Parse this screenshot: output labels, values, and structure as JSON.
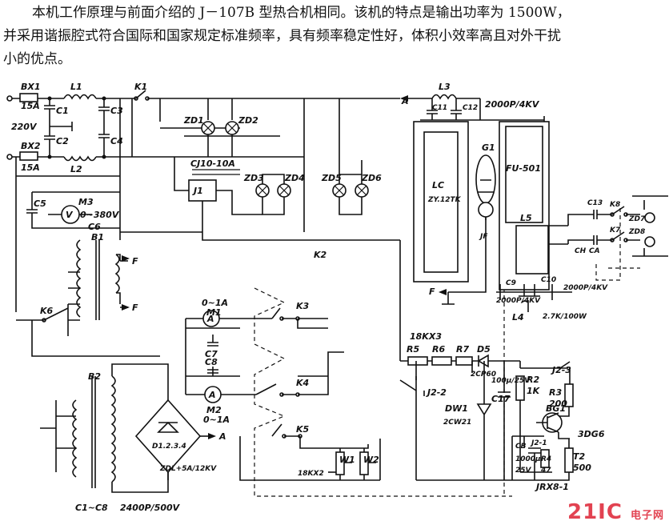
{
  "description": {
    "line1": "本机工作原理与前面介绍的 J－107B 型热合机相同。该机的特点是输出功率为 1500W，",
    "line2": "并采用谐振腔式符合国际和国家规定标准频率，具有频率稳定性好，体积小效率高且对外干扰",
    "line3": "小的优点。"
  },
  "labels": {
    "bx1": "BX1",
    "a15_1": "15A",
    "l1": "L1",
    "c1": "C1",
    "c3": "C3",
    "v220": "220V",
    "c2": "C2",
    "c4": "C4",
    "bx2": "BX2",
    "a15_2": "15A",
    "l2": "L2",
    "k1": "K1",
    "zd1": "ZD1",
    "zd2": "ZD2",
    "zd3": "ZD3",
    "zd4": "ZD4",
    "zd5": "ZD5",
    "zd6": "ZD6",
    "cj10": "CJ10-10A",
    "j1": "J1",
    "c5": "C5",
    "m3": "M3",
    "m3_range": "0~380V",
    "c6": "C6",
    "b1": "B1",
    "k6": "K6",
    "f1": "F",
    "f2": "F",
    "k2": "K2",
    "a_top": "A",
    "l3": "L3",
    "c11": "C11",
    "c12": "C12",
    "cap_top": "2000P/4KV",
    "lc": "LC",
    "lc_val": "ZY.12TK",
    "g1": "G1",
    "fu501": "FU-501",
    "jf": "JF",
    "f_lc": "F",
    "l5": "L5",
    "c13": "C13",
    "k8": "K8",
    "zd7": "ZD7",
    "zd8": "ZD8",
    "k7": "K7",
    "ch": "CH",
    "ca": "CA",
    "c9": "C9",
    "c10": "C10",
    "l4": "L4",
    "cap_c9": "2000P/4KV",
    "cap_c10": "2000P/4KV",
    "r_val": "2.7K/100W",
    "m1_range": "0~1A",
    "m1": "M1",
    "c7": "C7",
    "k3": "K3",
    "c8": "C8",
    "m2": "M2",
    "m2_range": "0~1A",
    "k4": "K4",
    "k5": "K5",
    "rk": "18KX3",
    "r5": "R5",
    "r6": "R6",
    "r7": "R7",
    "d5": "D5",
    "d5_type": "2CP60",
    "dw1": "DW1",
    "dw1_type": "2CW21",
    "c17": "C17",
    "c17_val": "100μ/25V",
    "r2": "R2",
    "r2_val": "1K",
    "j2_3": "J2-3",
    "j2_2": "J2-2",
    "j2_1": "J2-1",
    "r3": "R3",
    "r3_val": "200",
    "bg1": "BG1",
    "bg1_type": "3DG6",
    "cb": "CB",
    "cap_bg": "1000μ",
    "v_bg": "25V",
    "r4": "R4",
    "r4_val": "47",
    "t2": "T2",
    "t2_val": "500",
    "jrx": "JRX8-1",
    "b2": "B2",
    "d1234": "D1.2.3.4",
    "a_br": "A",
    "zdl": "ZDL+5A/12KV",
    "rx2": "18KX2",
    "w1": "W1",
    "w2": "W2",
    "c1_c8": "C1~C8",
    "cap_all": "2400P/500V"
  },
  "logo": {
    "brand": "21IC",
    "sub": "电子网"
  }
}
